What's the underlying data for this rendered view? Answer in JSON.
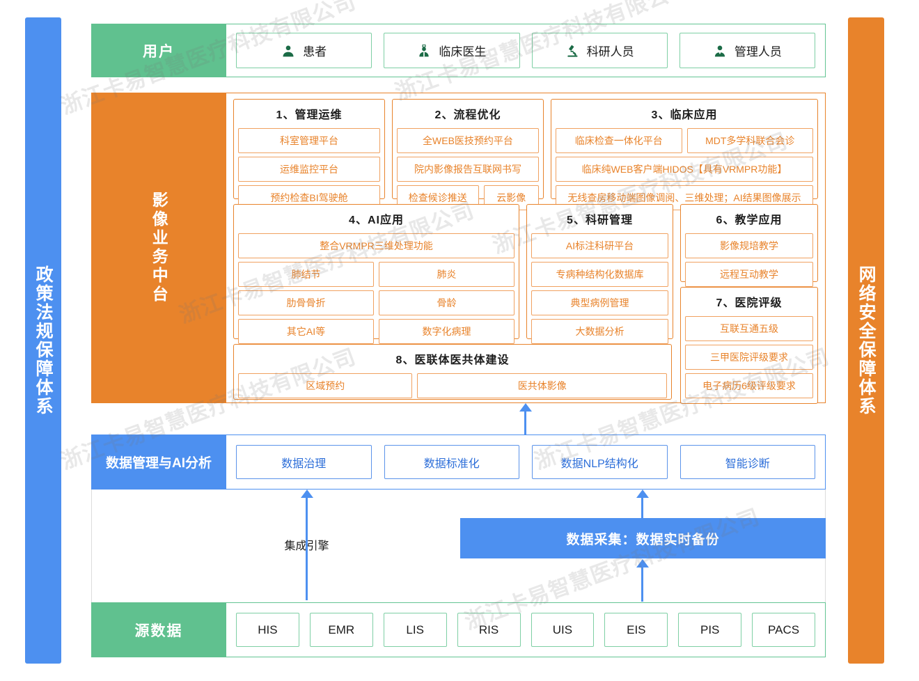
{
  "left_bar": {
    "label": "政策法规保障体系",
    "color": "#4d90f0"
  },
  "right_bar": {
    "label": "网络安全保障体系",
    "color": "#e8832b"
  },
  "users": {
    "label": "用户",
    "color": "#60c18f",
    "items": [
      {
        "label": "患者",
        "icon": "person-icon"
      },
      {
        "label": "临床医生",
        "icon": "doctor-icon"
      },
      {
        "label": "科研人员",
        "icon": "microscope-icon"
      },
      {
        "label": "管理人员",
        "icon": "manager-icon"
      }
    ]
  },
  "platform": {
    "label": "影像业务中台",
    "color": "#e8832b",
    "modules": [
      {
        "title": "1、管理运维",
        "rows": [
          [
            "科室管理平台"
          ],
          [
            "运维监控平台"
          ],
          [
            "预约检查BI驾驶舱"
          ]
        ]
      },
      {
        "title": "2、流程优化",
        "rows": [
          [
            "全WEB医技预约平台"
          ],
          [
            "院内影像报告互联网书写"
          ],
          [
            "检查候诊推送",
            "云影像"
          ]
        ]
      },
      {
        "title": "3、临床应用",
        "rows": [
          [
            "临床检查一体化平台",
            "MDT多学科联合会诊"
          ],
          [
            "临床纯WEB客户端HIDOS【具有VRMPR功能】"
          ],
          [
            "无线查房移动端图像调阅、三维处理；AI结果图像展示"
          ]
        ]
      },
      {
        "title": "4、AI应用",
        "rows": [
          [
            "整合VRMPR三维处理功能"
          ],
          [
            "肺结节",
            "肺炎"
          ],
          [
            "肋骨骨折",
            "骨龄"
          ],
          [
            "其它AI等",
            "数字化病理"
          ]
        ]
      },
      {
        "title": "5、科研管理",
        "rows": [
          [
            "AI标注科研平台"
          ],
          [
            "专病种结构化数据库"
          ],
          [
            "典型病例管理"
          ],
          [
            "大数据分析"
          ]
        ]
      },
      {
        "title": "6、教学应用",
        "rows": [
          [
            "影像规培教学"
          ],
          [
            "远程互动教学"
          ]
        ]
      },
      {
        "title": "7、医院评级",
        "rows": [
          [
            "互联互通五级"
          ],
          [
            "三甲医院评级要求"
          ],
          [
            "电子病历6级评级要求"
          ]
        ]
      },
      {
        "title": "8、医联体医共体建设",
        "rows": [
          [
            "区域预约",
            "医共体影像"
          ]
        ]
      }
    ]
  },
  "data_management": {
    "label": "数据管理与AI分析",
    "color": "#4d90f0",
    "items": [
      "数据治理",
      "数据标准化",
      "数据NLP结构化",
      "智能诊断"
    ]
  },
  "collection": {
    "label": "数据采集：数据实时备份",
    "color": "#4d90f0"
  },
  "engine": {
    "label": "集成引擎"
  },
  "source": {
    "label": "源数据",
    "color": "#60c18f",
    "items": [
      "HIS",
      "EMR",
      "LIS",
      "RIS",
      "UIS",
      "EIS",
      "PIS",
      "PACS"
    ]
  },
  "watermark": {
    "text": "浙江卡易智慧医疗科技有限公司"
  }
}
